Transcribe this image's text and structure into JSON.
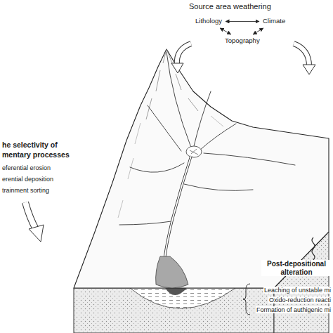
{
  "diagram": {
    "nodes": [
      {
        "text": [
          "Lithology"
        ]
      },
      {
        "text": [
          "Climate"
        ]
      },
      {
        "text": [
          "Topography"
        ]
      }
    ],
    "edges": [
      {
        "from": 0,
        "to": 1,
        "arrow": "both"
      },
      {
        "from": 0,
        "to": 2,
        "arrow": "both"
      },
      {
        "from": 1,
        "to": 2,
        "arrow": "both"
      }
    ],
    "labels": [
      "Source area weathering",
      "he selectivity of",
      "mentary processes",
      "eferential erosion",
      "erential deposition",
      "trainment sorting",
      "Post-depositional alteration",
      "Leaching of unstable mi",
      "Oxido-reduction reacti",
      "Formation of authigenic mi"
    ]
  }
}
